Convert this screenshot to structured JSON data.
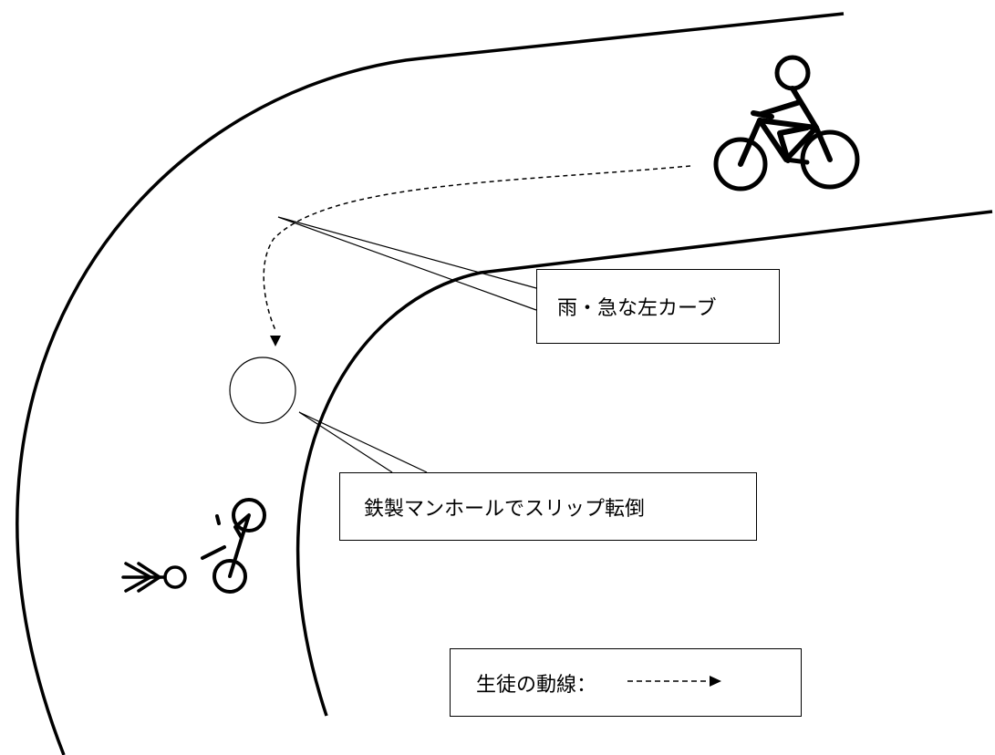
{
  "callouts": {
    "rain_curve": "雨・急な左カーブ",
    "manhole_slip": "鉄製マンホールでスリップ転倒"
  },
  "legend": {
    "label": "生徒の動線："
  },
  "colors": {
    "stroke": "#000000",
    "background": "#ffffff"
  }
}
